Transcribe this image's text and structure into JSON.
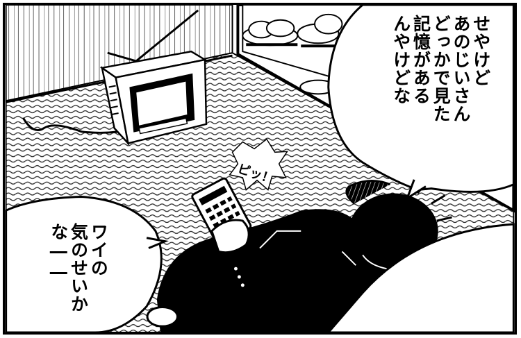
{
  "balloons": {
    "right": "せやけど\nあのじいさん\nどっかで見た\n記憶がある\nんやけどな",
    "left": "ワイの\n気のせいか\nな――"
  },
  "sfx": "ピッ！"
}
